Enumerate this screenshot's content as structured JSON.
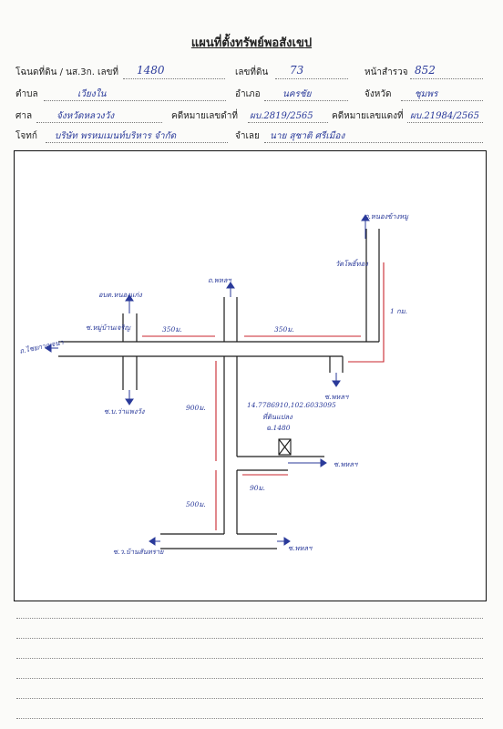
{
  "header": {
    "title": "แผนที่ตั้งทรัพย์พอสังเขป"
  },
  "form": {
    "deed_label": "โฉนดที่ดิน / นส.3ก. เลขที่",
    "deed_value": "1480",
    "land_no_label": "เลขที่ดิน",
    "land_no_value": "73",
    "survey_page_label": "หน้าสำรวจ",
    "survey_page_value": "852",
    "subdistrict_label": "ตำบล",
    "subdistrict_value": "เวียงใน",
    "district_label": "อำเภอ",
    "district_value": "นครชัย",
    "province_label": "จังหวัด",
    "province_value": "ชุมพร",
    "court_label": "ศาล",
    "court_value": "จังหวัดหลวงวัง",
    "black_case_label": "คดีหมายเลขดำที่",
    "black_case_value": "ผบ.2819/2565",
    "red_case_label": "คดีหมายเลขแดงที่",
    "red_case_value": "ผบ.21984/2565",
    "plaintiff_label": "โจทก์",
    "plaintiff_value": "บริษัท พรหมเมนท์บริหาร จำกัด",
    "defendant_label": "จำเลย",
    "defendant_value": "นาย สุชาติ ศรีเมือง"
  },
  "map": {
    "labels": {
      "road_left": "ถ.ไชยกาญจนา",
      "road_top_mid": "ถ.พหลฯ",
      "road_top_right": "ถ.หนองข้างหมู",
      "place_top_left": "อบต.หนองแก่ง",
      "place_left_small": "ซ.หมู่บ้านเจริญ",
      "place_right_top": "วัดโพธิ์ทอง",
      "road_down_left": "ซ.บ.ว่าแพงวัง",
      "road_down_right": "ซ.พหลฯ",
      "dist_a": "350ม.",
      "dist_b": "350ม.",
      "dist_c": "1 กม.",
      "dist_d": "900ม.",
      "dist_e": "500ม.",
      "dist_f": "90ม.",
      "coords": "14.7786910,102.6033095",
      "site_label": "ที่ดินแปลง",
      "site_no": "ฉ.1480",
      "road_site": "ซ.พหลฯ",
      "road_bottom_left": "ซ.ว.บ้านสันทราย",
      "road_bottom_right": "ซ.พหลฯ"
    }
  }
}
